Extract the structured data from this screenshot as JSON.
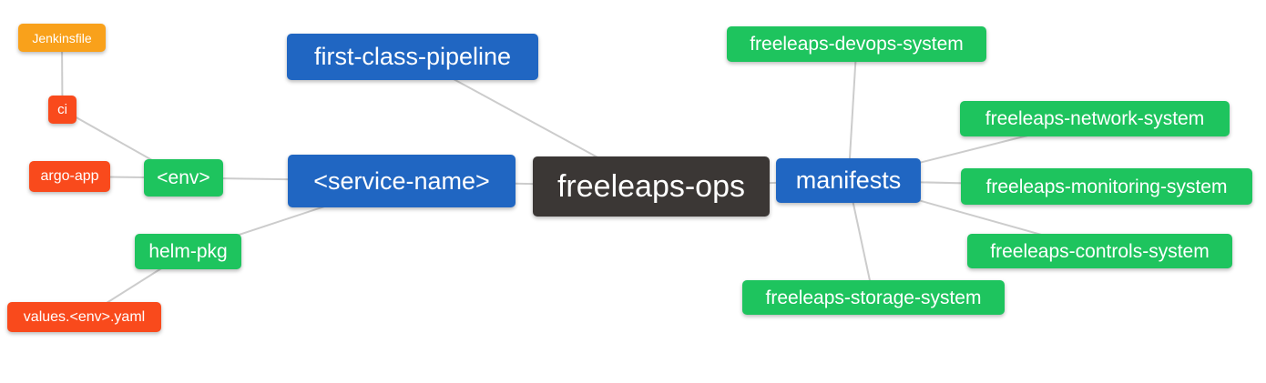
{
  "diagram": {
    "title": "freeleaps-ops mind map",
    "background": "#ffffff",
    "edge": {
      "color": "#cccccc",
      "width": 2
    },
    "colors": {
      "blue": "#2066C2",
      "green": "#1EC45E",
      "red": "#F94A1C",
      "orange": "#F9A11B",
      "dark": "#3B3735"
    },
    "nodes": {
      "jenkinsfile": {
        "label": "Jenkinsfile",
        "color": "#F9A11B"
      },
      "ci": {
        "label": "ci",
        "color": "#F94A1C"
      },
      "argo_app": {
        "label": "argo-app",
        "color": "#F94A1C"
      },
      "env": {
        "label": "<env>",
        "color": "#1EC45E"
      },
      "service_name": {
        "label": "<service-name>",
        "color": "#2066C2"
      },
      "first_class_pipeline": {
        "label": "first-class-pipeline",
        "color": "#2066C2"
      },
      "freeleaps_ops": {
        "label": "freeleaps-ops",
        "color": "#3B3735"
      },
      "manifests": {
        "label": "manifests",
        "color": "#2066C2"
      },
      "devops_system": {
        "label": "freeleaps-devops-system",
        "color": "#1EC45E"
      },
      "network_system": {
        "label": "freeleaps-network-system",
        "color": "#1EC45E"
      },
      "monitoring_system": {
        "label": "freeleaps-monitoring-system",
        "color": "#1EC45E"
      },
      "controls_system": {
        "label": "freeleaps-controls-system",
        "color": "#1EC45E"
      },
      "storage_system": {
        "label": "freeleaps-storage-system",
        "color": "#1EC45E"
      },
      "helm_pkg": {
        "label": "helm-pkg",
        "color": "#1EC45E"
      },
      "values_env_yaml": {
        "label": "values.<env>.yaml",
        "color": "#F94A1C"
      }
    },
    "edges": [
      {
        "from": "jenkinsfile",
        "to": "ci"
      },
      {
        "from": "ci",
        "to": "env"
      },
      {
        "from": "argo_app",
        "to": "env"
      },
      {
        "from": "env",
        "to": "service_name"
      },
      {
        "from": "helm_pkg",
        "to": "service_name"
      },
      {
        "from": "values_env_yaml",
        "to": "helm_pkg"
      },
      {
        "from": "first_class_pipeline",
        "to": "freeleaps_ops"
      },
      {
        "from": "service_name",
        "to": "freeleaps_ops"
      },
      {
        "from": "freeleaps_ops",
        "to": "manifests"
      },
      {
        "from": "manifests",
        "to": "devops_system"
      },
      {
        "from": "manifests",
        "to": "network_system"
      },
      {
        "from": "manifests",
        "to": "monitoring_system"
      },
      {
        "from": "manifests",
        "to": "controls_system"
      },
      {
        "from": "manifests",
        "to": "storage_system"
      }
    ]
  }
}
